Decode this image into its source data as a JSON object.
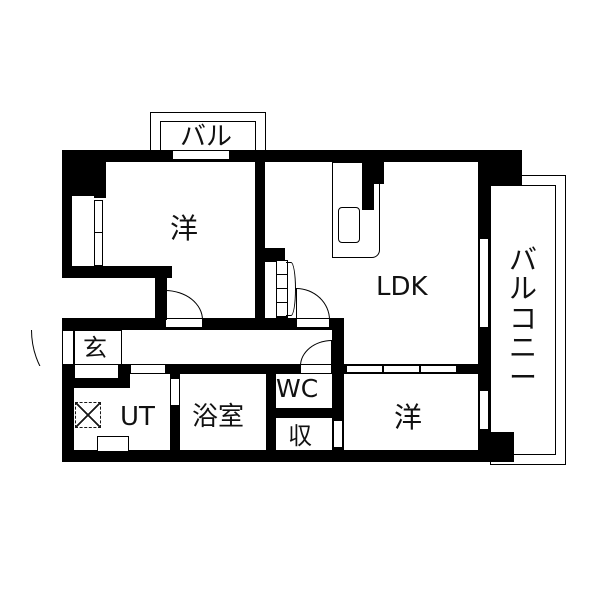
{
  "floor_plan": {
    "rooms": {
      "western_room_1": {
        "label": "洋"
      },
      "ldk": {
        "label": "LDK"
      },
      "western_room_2": {
        "label": "洋"
      },
      "entrance": {
        "label": "玄"
      },
      "utility": {
        "label": "UT"
      },
      "bathroom": {
        "label": "浴室"
      },
      "toilet": {
        "label": "WC"
      },
      "storage": {
        "label": "収"
      }
    },
    "balconies": {
      "top": {
        "label": "バル"
      },
      "right": {
        "label": "バルコニー",
        "chars": [
          "バ",
          "ル",
          "コ",
          "ニ",
          "ー"
        ]
      }
    }
  }
}
